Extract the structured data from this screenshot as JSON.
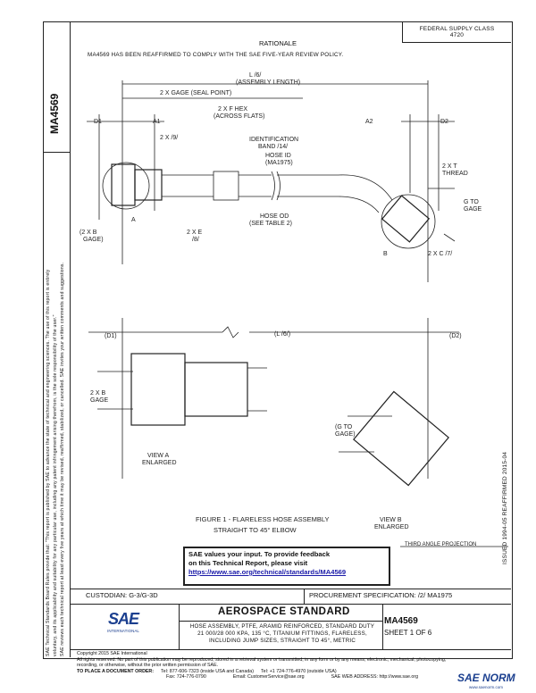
{
  "sidebar": {
    "doc_number": "MA4569",
    "legal_text_1": "SAE Technical Standards Board Rules provide that: \"This report is published by SAE to advance the state of technical and engineering sciences. The use of this report is entirely",
    "legal_text_2": "voluntary, and its applicability and suitability for any particular use, including any patent infringement arising therefrom, is the sole responsibility of the user.\"",
    "legal_text_3": "SAE reviews each technical report at least every five years at which time it may be revised, reaffirmed, stabilized, or cancelled. SAE invites your written comments and suggestions.",
    "side_stamp": "ISSUED 1994-05    REAFFIRMED 2015-04"
  },
  "header": {
    "federal_supply_class": "FEDERAL SUPPLY CLASS",
    "fsc_number": "4720",
    "rationale_title": "RATIONALE",
    "rationale_text": "MA4569 HAS BEEN REAFFIRMED TO COMPLY WITH THE SAE FIVE-YEAR REVIEW POLICY."
  },
  "drawing_top": {
    "l_label": "L /6/",
    "l_sub": "(ASSEMBLY LENGTH)",
    "gage_label": "2 X GAGE (SEAL POINT)",
    "d1": "D1",
    "a1": "A1",
    "a2": "A2",
    "d2": "D2",
    "hex_label": "2 X F HEX",
    "hex_sub": "(ACROSS FLATS)",
    "r9": "2 X /9/",
    "id_band": "IDENTIFICATION",
    "id_band2": "BAND /14/",
    "hose_id": "HOSE ID",
    "hose_id2": "(MA1975)",
    "thread": "2 X T",
    "thread2": "THREAD",
    "g_gage": "G TO",
    "g_gage2": "GAGE",
    "hose_od": "HOSE OD",
    "hose_od2": "(SEE TABLE 2)",
    "xb_gage": "(2 X B",
    "xb_gage2": "GAGE)",
    "xe": "2 X E",
    "xe2": "/8/",
    "xc": "2 X C /7/",
    "a": "A",
    "b": "B"
  },
  "drawing_bottom": {
    "d1": "(D1)",
    "l": "(L /6/)",
    "d2": "(D2)",
    "xb": "2 X B",
    "xb2": "GAGE",
    "g": "(G TO",
    "g2": "GAGE)",
    "view_a": "VIEW A",
    "view_a2": "ENLARGED",
    "view_b": "VIEW B",
    "view_b2": "ENLARGED",
    "fig_title": "FIGURE 1 - FLARELESS HOSE ASSEMBLY",
    "fig_sub": "STRAIGHT TO 45° ELBOW",
    "third_angle": "THIRD ANGLE PROJECTION"
  },
  "feedback": {
    "line1": "SAE values your input. To provide feedback",
    "line2": "on this Technical Report, please visit",
    "url": "https://www.sae.org/technical/standards/MA4569"
  },
  "title_block": {
    "custodian": "CUSTODIAN: G-3/G-3D",
    "procurement": "PROCUREMENT SPECIFICATION: /2/ MA1975",
    "aerospace": "AEROSPACE STANDARD",
    "description1": "HOSE ASSEMBLY, PTFE, ARAMID REINFORCED, STANDARD DUTY",
    "description2": "21 000/28 000 KPA, 135 °C, TITANIUM FITTINGS, FLARELESS,",
    "description3": "INCLUDING JUMP SIZES, STRAIGHT TO 45°, METRIC",
    "number": "MA4569",
    "sheet": "SHEET 1 OF 6",
    "logo": "SAE",
    "logo_sub": "INTERNATIONAL"
  },
  "footer": {
    "copyright": "Copyright 2015 SAE International",
    "rights": "All rights reserved. No part of this publication may be reproduced, stored in a retrieval system or transmitted, in any form or by any means, electronic, mechanical, photocopying,",
    "rights2": "recording, or otherwise, without the prior written permission of SAE.",
    "order": "TO PLACE A DOCUMENT ORDER:",
    "tel": "Tel: 877-606-7323 (inside USA and Canada)",
    "tel2": "Tel: +1 724-776-4970 (outside USA)",
    "fax": "Fax: 724-776-0790",
    "email": "Email: CustomerService@sae.org",
    "web": "SAE WEB ADDRESS: http://www.sae.org"
  },
  "watermark": {
    "text": "SAE NORM",
    "sub": "www.saenorm.com"
  }
}
